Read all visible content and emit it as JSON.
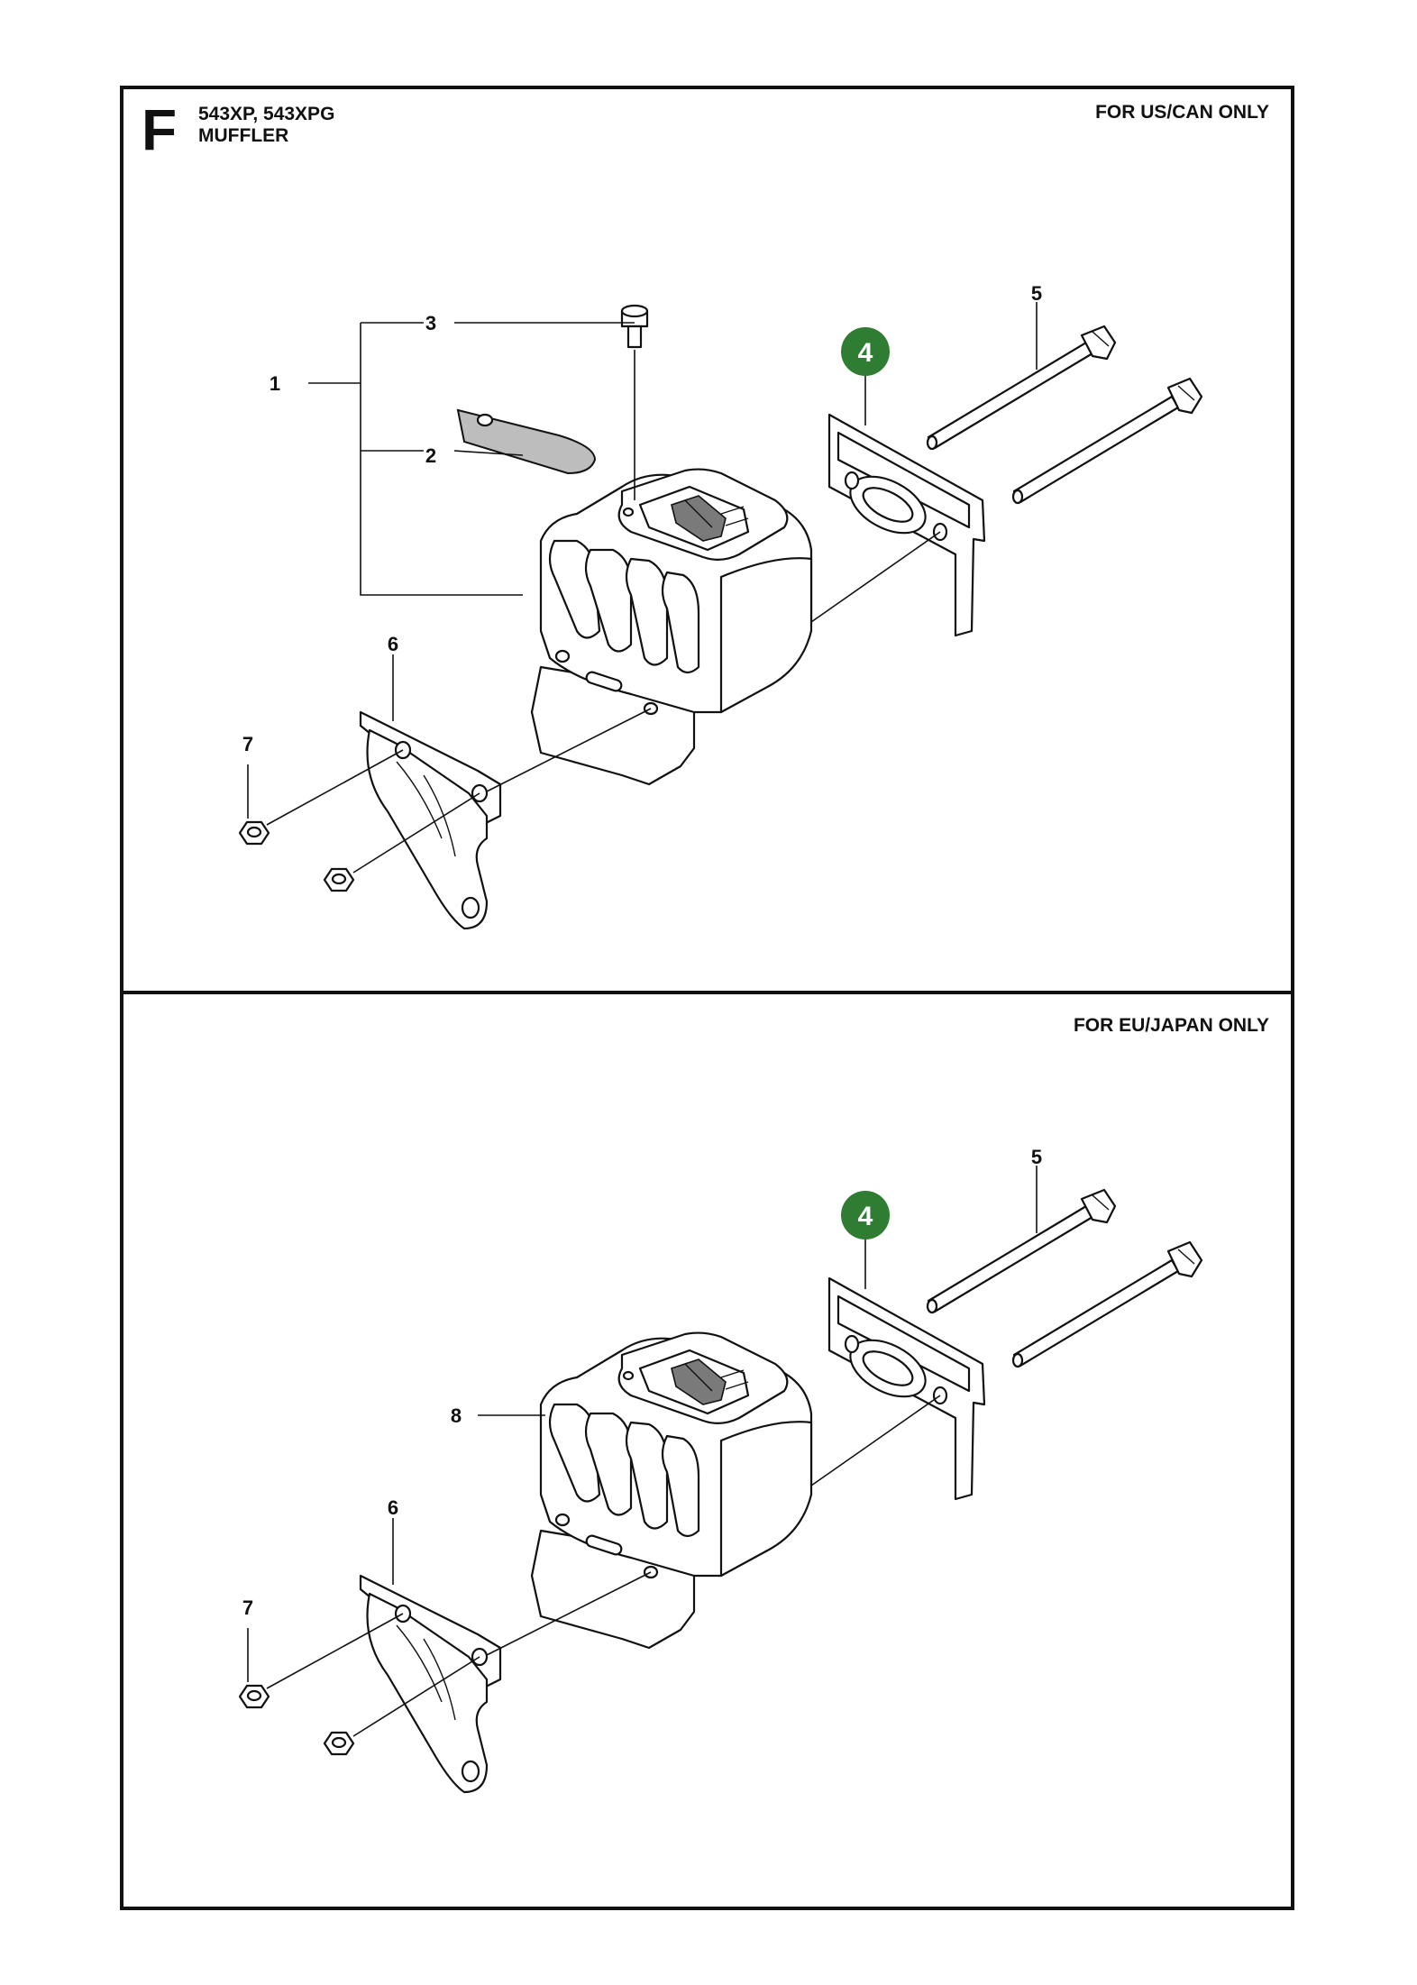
{
  "section_letter": "F",
  "models": "543XP, 543XPG",
  "group": "MUFFLER",
  "panels": [
    {
      "region": "FOR US/CAN ONLY",
      "callouts": [
        "1",
        "2",
        "3",
        "4",
        "5",
        "6",
        "7"
      ]
    },
    {
      "region": "FOR EU/JAPAN ONLY",
      "callouts": [
        "4",
        "5",
        "6",
        "7",
        "8"
      ]
    }
  ],
  "highlight_color": "#2f7d32"
}
